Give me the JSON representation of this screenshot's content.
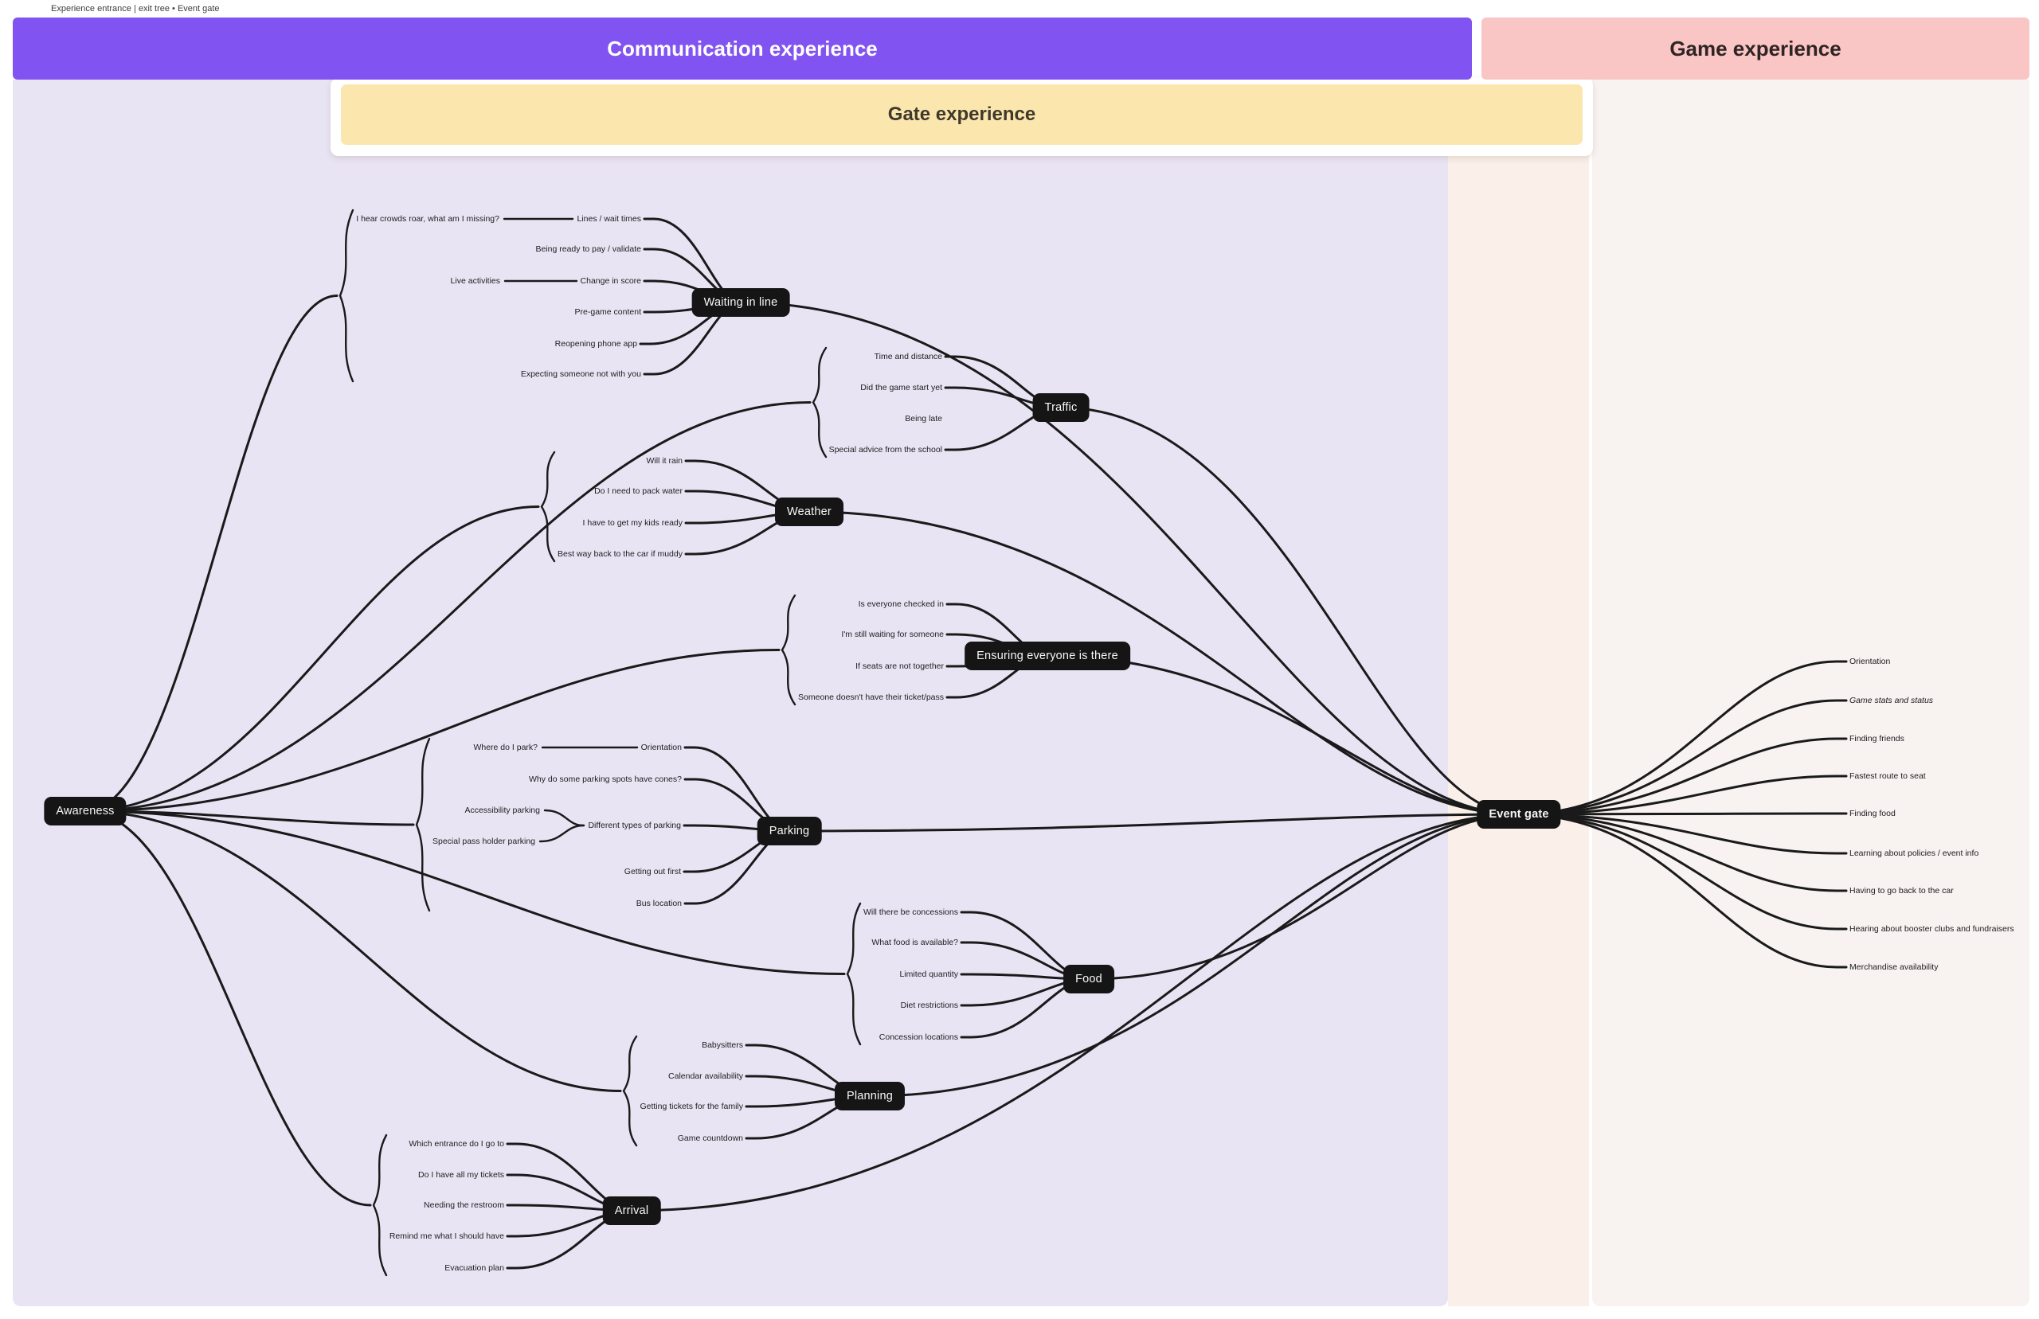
{
  "breadcrumb": "Experience entrance | exit tree • Event gate",
  "sections": {
    "communication": "Communication experience",
    "game": "Game experience",
    "gate": "Gate experience"
  },
  "colors": {
    "communication_header": "#8153f1",
    "game_header": "#f9c5c5",
    "gate_header": "#fbe7ae",
    "communication_canvas": "#e9e4f4",
    "gate_canvas": "#faf0e9",
    "game_canvas": "#f8f2f1",
    "node_fill": "#151515",
    "node_text": "#f7f7f7",
    "connector": "#1a1a1a"
  },
  "mindmap": {
    "root": "Awareness",
    "hub": "Event gate",
    "clusters": [
      {
        "label": "Waiting in line",
        "leaves": [
          {
            "label": "Lines / wait times",
            "sub": "I hear crowds roar, what am I missing?"
          },
          {
            "label": "Being ready to pay / validate"
          },
          {
            "label": "Change in score",
            "sub": "Live activities"
          },
          {
            "label": "Pre-game content"
          },
          {
            "label": "Reopening phone app"
          },
          {
            "label": "Expecting someone not with you"
          }
        ]
      },
      {
        "label": "Traffic",
        "leaves": [
          {
            "label": "Time and distance"
          },
          {
            "label": "Did the game start yet"
          },
          {
            "label": "Being late"
          },
          {
            "label": "Special advice from the school"
          }
        ]
      },
      {
        "label": "Weather",
        "leaves": [
          {
            "label": "Will it rain"
          },
          {
            "label": "Do I need to pack water"
          },
          {
            "label": "I have to get my kids ready"
          },
          {
            "label": "Best way back to the car if muddy"
          }
        ]
      },
      {
        "label": "Ensuring everyone is there",
        "leaves": [
          {
            "label": "Is everyone checked in"
          },
          {
            "label": "I'm still waiting for someone"
          },
          {
            "label": "If seats are not together"
          },
          {
            "label": "Someone doesn't have their ticket/pass"
          }
        ]
      },
      {
        "label": "Parking",
        "leaves": [
          {
            "label": "Orientation",
            "sub": "Where do I park?"
          },
          {
            "label": "Why do some parking spots have cones?"
          },
          {
            "label": "Different types of parking",
            "subs": [
              "Accessibility parking",
              "Special pass holder parking"
            ]
          },
          {
            "label": "Getting out first"
          },
          {
            "label": "Bus location"
          }
        ]
      },
      {
        "label": "Food",
        "leaves": [
          {
            "label": "Will there be concessions"
          },
          {
            "label": "What food is available?"
          },
          {
            "label": "Limited quantity"
          },
          {
            "label": "Diet restrictions"
          },
          {
            "label": "Concession locations"
          }
        ]
      },
      {
        "label": "Planning",
        "leaves": [
          {
            "label": "Babysitters"
          },
          {
            "label": "Calendar availability"
          },
          {
            "label": "Getting tickets for the family"
          },
          {
            "label": "Game countdown"
          }
        ]
      },
      {
        "label": "Arrival",
        "leaves": [
          {
            "label": "Which entrance do I go to"
          },
          {
            "label": "Do I have all my tickets"
          },
          {
            "label": "Needing the restroom"
          },
          {
            "label": "Remind me what I should have"
          },
          {
            "label": "Evacuation plan"
          }
        ]
      }
    ],
    "hub_leaves": [
      {
        "label": "Orientation"
      },
      {
        "label": "Game stats and status",
        "italic": true
      },
      {
        "label": "Finding friends"
      },
      {
        "label": "Fastest route to seat"
      },
      {
        "label": "Finding food"
      },
      {
        "label": "Learning about policies / event info"
      },
      {
        "label": "Having to go back to the car"
      },
      {
        "label": "Hearing about booster clubs and fundraisers"
      },
      {
        "label": "Merchandise availability"
      }
    ]
  }
}
